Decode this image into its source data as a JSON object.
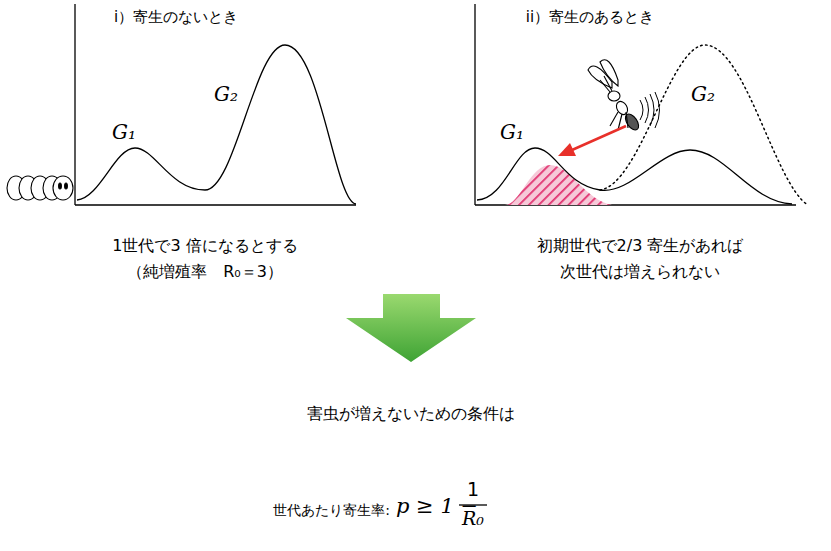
{
  "diagram": {
    "labels": [
      "i）寄生のないとき",
      "ii）寄生のあるとき",
      "G₁",
      "G₂",
      "G₁",
      "G₂",
      "1世代で3 倍になるとする",
      "（純増殖率　R₀＝3）",
      "初期世代で2/3 寄生があれば",
      "次世代は増えられない",
      "害虫が増えないための条件は",
      "世代あたり寄生率:",
      "p ≥ 1 −",
      "1",
      "R₀"
    ]
  }
}
